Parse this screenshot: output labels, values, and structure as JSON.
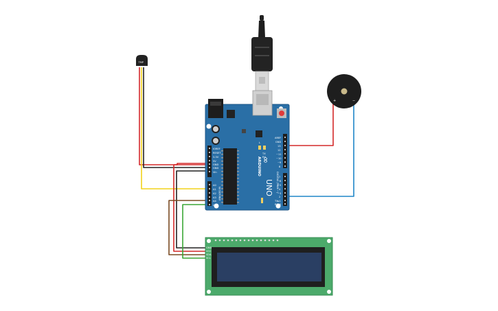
{
  "tmp_sensor": {
    "label": "TMP"
  },
  "buzzer": {
    "plus_label": "+",
    "minus_label": "−"
  },
  "arduino": {
    "logo": "∞",
    "brand": "ARDUINO",
    "model": "UNO",
    "digital_header": "DIGITAL (PWM ~)",
    "analog_header": "ANALOG IN",
    "power_pins": [
      "IOREF",
      "RESET",
      "3.3V",
      "5V",
      "GND",
      "GND",
      "Vin"
    ],
    "analog_pins": [
      "A0",
      "A1",
      "A2",
      "A3",
      "A4",
      "A5"
    ],
    "top_pins": [
      "AREF",
      "GND",
      "13",
      "12",
      "~11",
      "~10",
      "~9",
      "8"
    ],
    "bottom_pins": [
      "7",
      "~6",
      "~5",
      "4",
      "~3",
      "2",
      "TX▸1",
      "RX◂0"
    ],
    "chip_label_l": "L",
    "chip_label_tx": "TX",
    "chip_label_rx": "RX"
  },
  "lcd": {
    "pin_labels": [
      "GND",
      "VCC",
      "SDA",
      "SCL"
    ]
  },
  "wire_colors": {
    "red": "#d42828",
    "black": "#222222",
    "yellow": "#f2d21a",
    "blue": "#1f86c8",
    "brown": "#7a4a22",
    "green": "#3aa635"
  }
}
